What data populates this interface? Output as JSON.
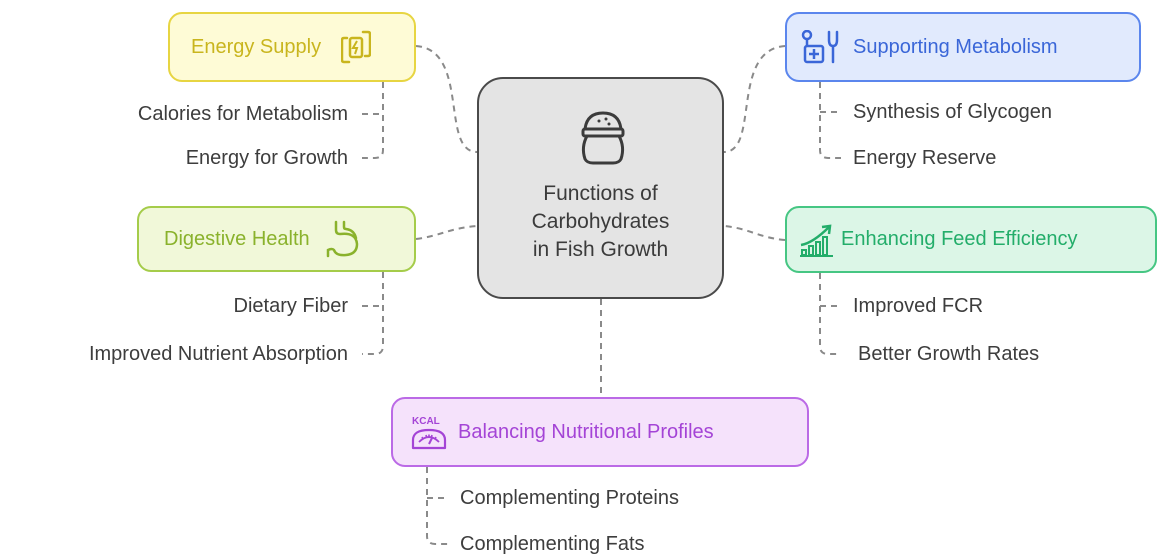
{
  "center": {
    "title_lines": [
      "Functions of",
      "Carbohydrates",
      "in Fish Growth"
    ],
    "icon": "food-bowl-icon"
  },
  "topics": {
    "energy_supply": {
      "label": "Energy Supply",
      "icon": "battery-recharge-icon",
      "color": "#c9b51e",
      "items": [
        "Calories for Metabolism",
        "Energy for Growth"
      ]
    },
    "supporting_metabolism": {
      "label": "Supporting Metabolism",
      "icon": "stethoscope-icon",
      "color": "#3a66d8",
      "items": [
        "Synthesis of Glycogen",
        "Energy Reserve"
      ]
    },
    "digestive_health": {
      "label": "Digestive Health",
      "icon": "stomach-icon",
      "color": "#8ab22c",
      "items": [
        "Dietary Fiber",
        "Improved Nutrient Absorption"
      ]
    },
    "feed_efficiency": {
      "label": "Enhancing Feed Efficiency",
      "icon": "growth-chart-icon",
      "color": "#23ad6a",
      "items": [
        "Improved FCR",
        "Better Growth Rates"
      ]
    },
    "nutritional_profiles": {
      "label": "Balancing Nutritional Profiles",
      "icon": "kcal-scale-icon",
      "icon_text": "KCAL",
      "color": "#a444d6",
      "items": [
        "Complementing Proteins",
        "Complementing Fats"
      ]
    }
  }
}
